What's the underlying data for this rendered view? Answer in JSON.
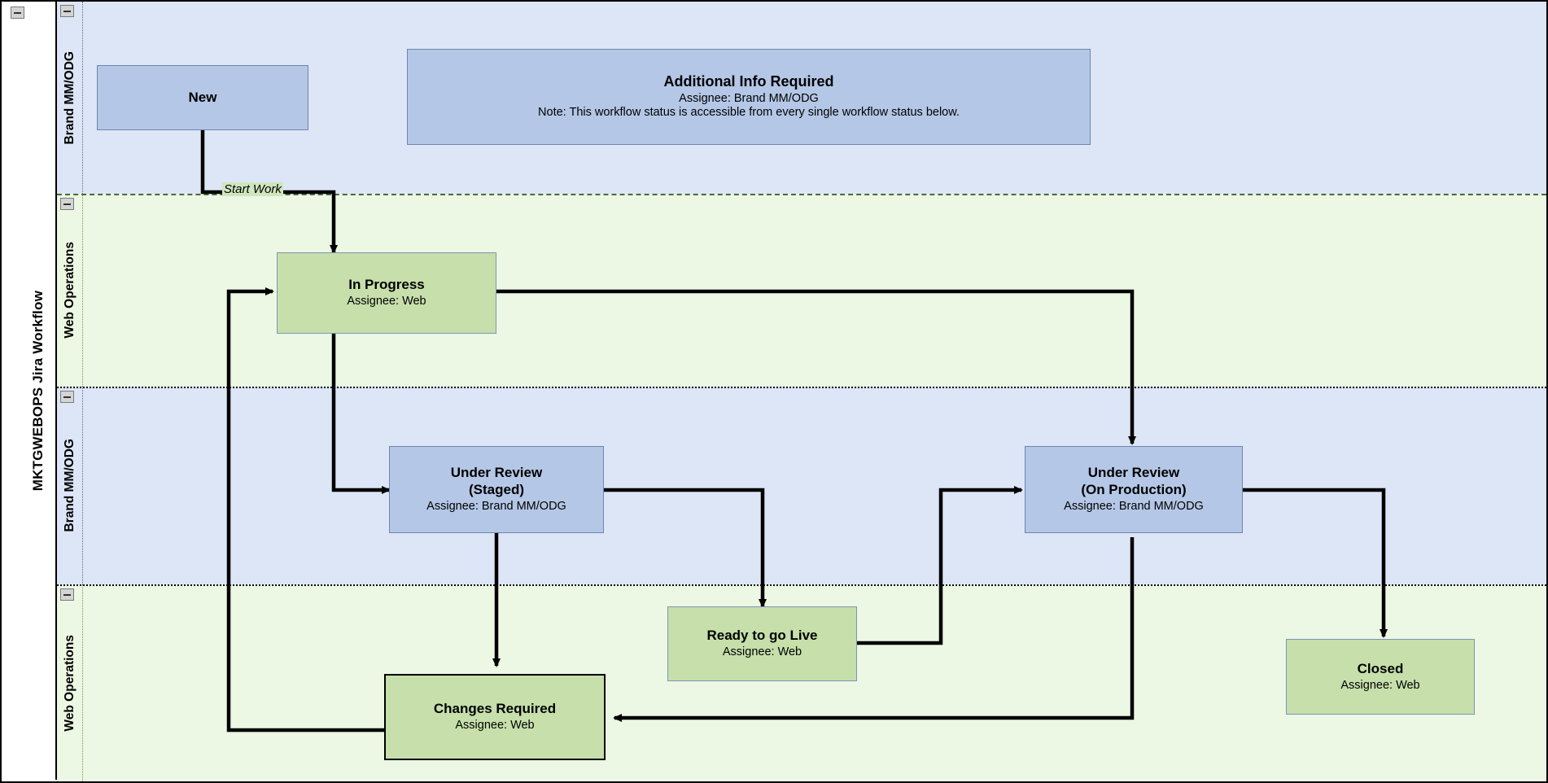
{
  "diagram": {
    "pool_title": "MKTGWEBOPS Jira Workflow",
    "collapse_icon": "minus-collapse-icon",
    "type": "swimlane-flowchart",
    "colors": {
      "lane_blue": "#dce6f7",
      "lane_green": "#ecf7e4",
      "node_blue_fill": "#b4c7e6",
      "node_blue_border": "#6f85ab",
      "node_green_fill": "#c6dfab",
      "node_green_border": "#7d96b8",
      "edge_label_fill": "#cfe6bd",
      "connector": "#000000"
    }
  },
  "lanes": [
    {
      "id": "lane-brand-1",
      "label": "Brand MM/ODG",
      "tone": "blue"
    },
    {
      "id": "lane-web-1",
      "label": "Web Operations",
      "tone": "green"
    },
    {
      "id": "lane-brand-2",
      "label": "Brand MM/ODG",
      "tone": "blue"
    },
    {
      "id": "lane-web-2",
      "label": "Web Operations",
      "tone": "green"
    }
  ],
  "nodes": {
    "new": {
      "title": "New",
      "assignee": "",
      "note": ""
    },
    "additional_info": {
      "title": "Additional Info Required",
      "assignee": "Assignee: Brand MM/ODG",
      "note": "Note: This workflow status is accessible from every single workflow status below."
    },
    "in_progress": {
      "title": "In Progress",
      "assignee": "Assignee: Web",
      "note": ""
    },
    "under_review_staged": {
      "title_line1": "Under Review",
      "title_line2": "(Staged)",
      "assignee": "Assignee: Brand MM/ODG",
      "note": ""
    },
    "under_review_production": {
      "title_line1": "Under Review",
      "title_line2": "(On Production)",
      "assignee": "Assignee: Brand MM/ODG",
      "note": ""
    },
    "ready_to_go_live": {
      "title": "Ready to go Live",
      "assignee": "Assignee: Web",
      "note": ""
    },
    "changes_required": {
      "title": "Changes Required",
      "assignee": "Assignee: Web",
      "note": ""
    },
    "closed": {
      "title": "Closed",
      "assignee": "Assignee: Web",
      "note": ""
    }
  },
  "edges": [
    {
      "id": "new-to-in-progress",
      "from": "New",
      "to": "In Progress",
      "label": "Start Work"
    },
    {
      "id": "in-progress-to-staged",
      "from": "In Progress",
      "to": "Under Review (Staged)",
      "label": ""
    },
    {
      "id": "in-progress-to-production",
      "from": "In Progress",
      "to": "Under Review (On Production)",
      "label": ""
    },
    {
      "id": "staged-to-ready",
      "from": "Under Review (Staged)",
      "to": "Ready to go Live",
      "label": ""
    },
    {
      "id": "staged-to-changes",
      "from": "Under Review (Staged)",
      "to": "Changes Required",
      "label": ""
    },
    {
      "id": "ready-to-production",
      "from": "Ready to go Live",
      "to": "Under Review (On Production)",
      "label": ""
    },
    {
      "id": "production-to-closed",
      "from": "Under Review (On Production)",
      "to": "Closed",
      "label": ""
    },
    {
      "id": "production-to-changes",
      "from": "Under Review (On Production)",
      "to": "Changes Required",
      "label": ""
    },
    {
      "id": "changes-to-in-progress",
      "from": "Changes Required",
      "to": "In Progress",
      "label": ""
    }
  ]
}
